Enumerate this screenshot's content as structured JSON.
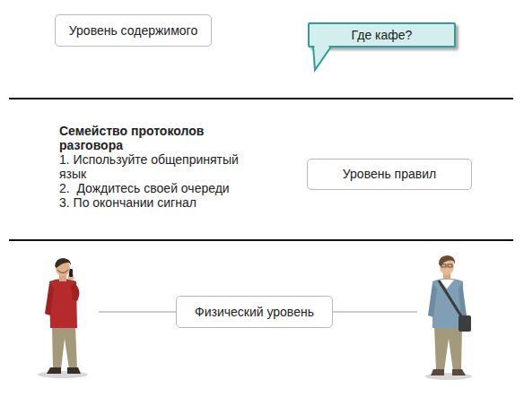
{
  "diagram": {
    "nodes": [
      {
        "text": [
          "Уровень содержимого"
        ]
      },
      {
        "text": [
          "Где кафе?"
        ]
      },
      {
        "text": [
          "Уровень правил"
        ]
      },
      {
        "text": [
          "Физический уровень"
        ]
      }
    ],
    "labels": [
      "Семейство протоколов разговора",
      "1. Используйте общепринятый язык",
      "2.  Дождитесь своей очереди",
      "3. По окончании сигнал"
    ]
  }
}
